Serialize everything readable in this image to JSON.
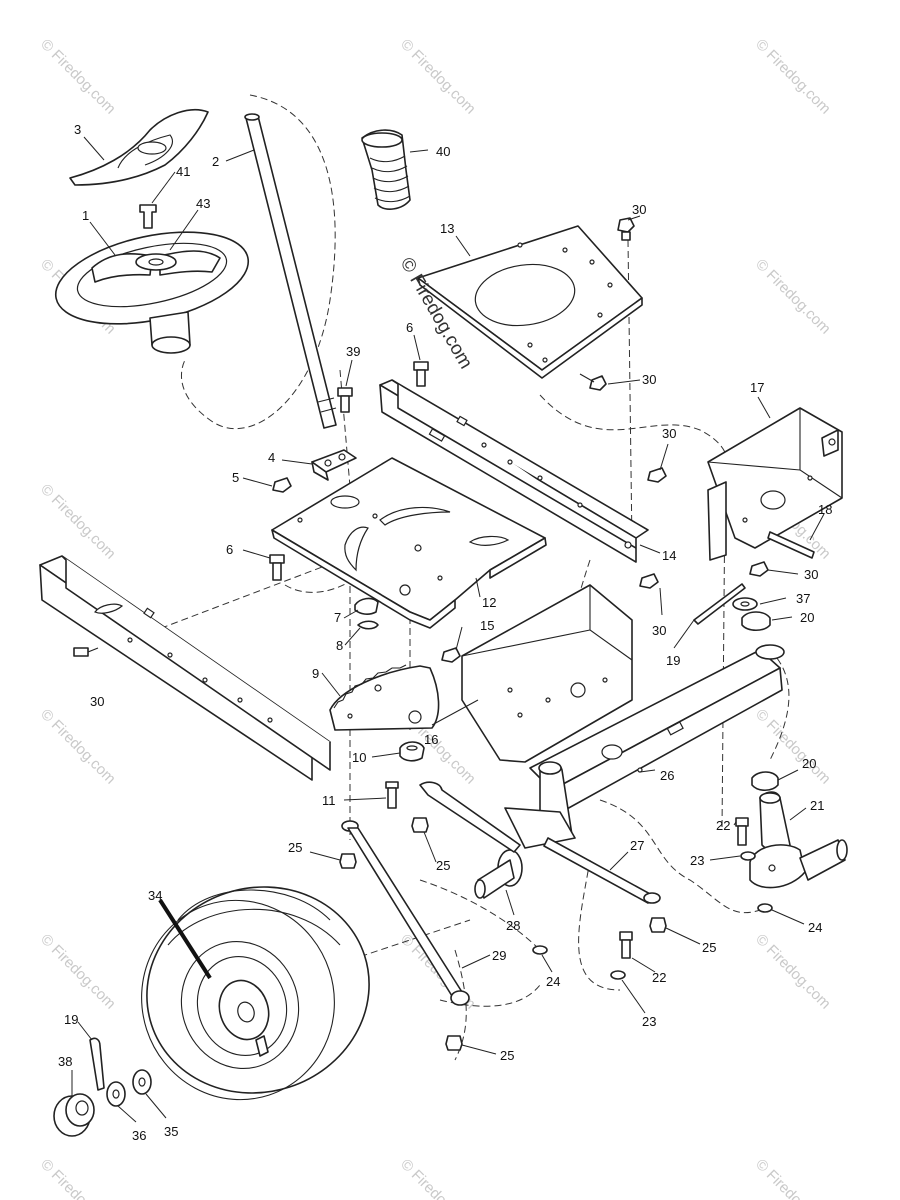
{
  "watermark": {
    "text": "© Firedog.com",
    "center_text": "© Firedog.com",
    "color": "#c9c9c9"
  },
  "labels": {
    "p1": "1",
    "p2": "2",
    "p3": "3",
    "p4": "4",
    "p5": "5",
    "p6a": "6",
    "p6b": "6",
    "p7": "7",
    "p8": "8",
    "p9": "9",
    "p10": "10",
    "p11": "11",
    "p12": "12",
    "p13": "13",
    "p14": "14",
    "p15": "15",
    "p16": "16",
    "p17": "17",
    "p18": "18",
    "p19a": "19",
    "p19b": "19",
    "p20a": "20",
    "p20b": "20",
    "p21": "21",
    "p22a": "22",
    "p22b": "22",
    "p23a": "23",
    "p23b": "23",
    "p24a": "24",
    "p24b": "24",
    "p25a": "25",
    "p25b": "25",
    "p25c": "25",
    "p25d": "25",
    "p26": "26",
    "p27": "27",
    "p28": "28",
    "p29": "29",
    "p30a": "30",
    "p30b": "30",
    "p30c": "30",
    "p30d": "30",
    "p30e": "30",
    "p30f": "30",
    "p34": "34",
    "p35": "35",
    "p36": "36",
    "p37": "37",
    "p38": "38",
    "p39": "39",
    "p40": "40",
    "p41": "41",
    "p43": "43"
  }
}
